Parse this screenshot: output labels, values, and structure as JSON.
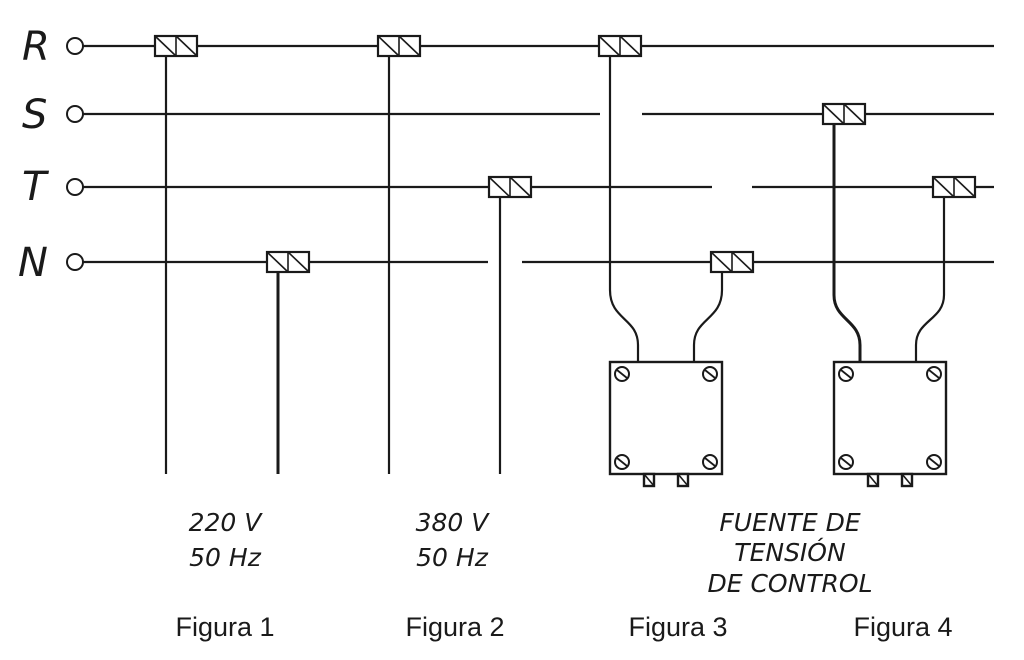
{
  "phases": [
    "R",
    "S",
    "T",
    "N"
  ],
  "figures": [
    {
      "caption": "Figura 1",
      "spec_lines": [
        "220 V",
        "50 Hz"
      ]
    },
    {
      "caption": "Figura 2",
      "spec_lines": [
        "380 V",
        "50 Hz"
      ]
    },
    {
      "caption": "Figura 3",
      "spec_lines": [
        "FUENTE DE",
        "TENSIÓN",
        "DE CONTROL"
      ]
    },
    {
      "caption": "Figura 4",
      "spec_lines": []
    }
  ],
  "colors": {
    "line": "#1a1a1a",
    "background": "#ffffff"
  },
  "icons": {
    "terminal": "open-circle-terminal-icon",
    "clamp": "wire-clamp-icon",
    "screw": "screw-icon"
  }
}
